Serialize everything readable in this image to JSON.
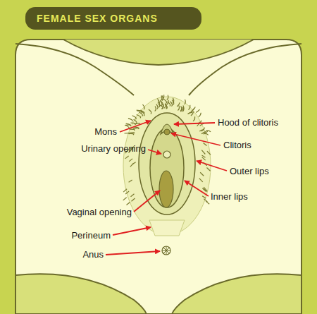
{
  "diagram": {
    "title": "FEMALE SEX ORGANS",
    "labels": [
      "Mons",
      "Urinary opening",
      "Vaginal opening",
      "Perineum",
      "Anus",
      "Hood of clitoris",
      "Clitoris",
      "Outer lips",
      "Inner lips"
    ]
  }
}
